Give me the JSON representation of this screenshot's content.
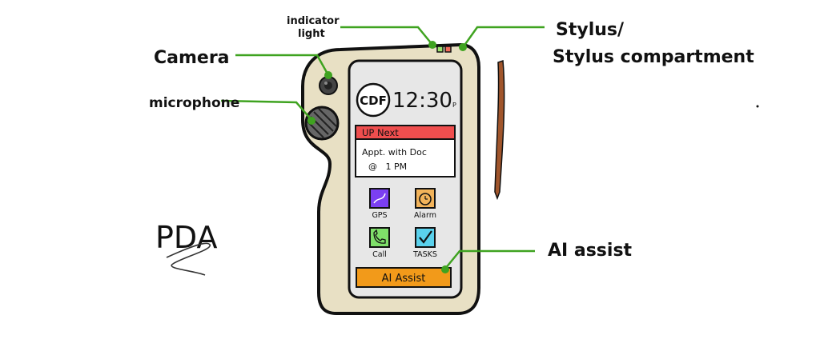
{
  "labels": {
    "indicator_line1": "indicator",
    "indicator_line2": "light",
    "camera": "Camera",
    "microphone": "microphone",
    "stylus_line1": "Stylus/",
    "stylus_line2": "Stylus compartment",
    "ai_assist": "AI assist",
    "pda": "PDA"
  },
  "screen": {
    "logo": "CDF",
    "time": "12:30",
    "time_suffix": "P",
    "up_next_header": "UP Next",
    "appointment_line1": "Appt. with Doc",
    "appointment_line2": "@   1 PM",
    "apps": [
      {
        "label": "GPS"
      },
      {
        "label": "Alarm"
      },
      {
        "label": "Call"
      },
      {
        "label": "TASKS"
      }
    ],
    "ai_button": "AI Assist"
  },
  "colors": {
    "body": "#e8e0c4",
    "screen_bg": "#e7e7e7",
    "callout": "#3fa320",
    "up_next": "#ef4e4e",
    "ai_button": "#f29a1a",
    "gps": "#7b3ff2",
    "alarm": "#f2b35a",
    "call": "#7fe06a",
    "tasks": "#5ad1ec",
    "stylus": "#a0552b",
    "led_green": "#9be26b",
    "led_red": "#f26b5a"
  }
}
